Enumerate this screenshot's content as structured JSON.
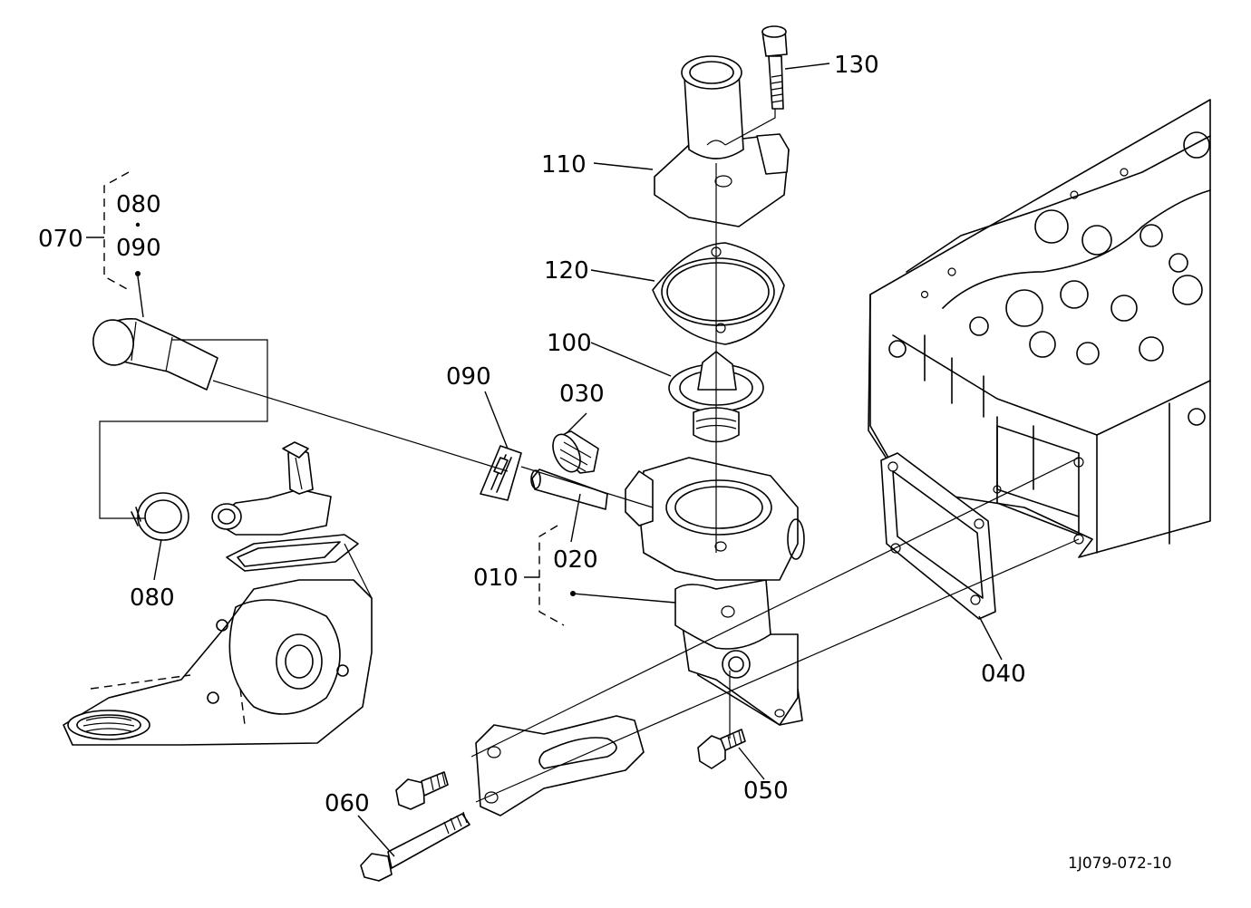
{
  "labels": {
    "p010": "010",
    "p020": "020",
    "p030": "030",
    "p040": "040",
    "p050": "050",
    "p060": "060",
    "p070": "070",
    "p080a": "080",
    "p090a": "090",
    "p080b": "080",
    "p090b": "090",
    "p100": "100",
    "p110": "110",
    "p120": "120",
    "p130": "130"
  },
  "ref_code": "1J079-072-10"
}
